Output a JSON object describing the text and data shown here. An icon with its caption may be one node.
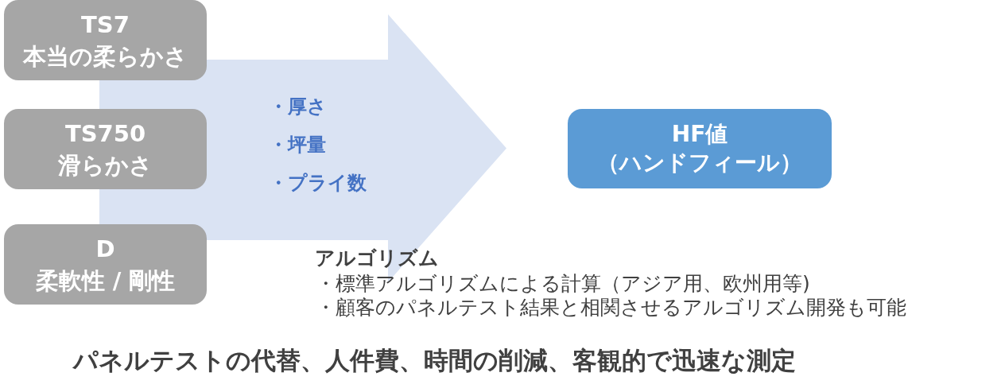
{
  "diagram": {
    "nodes": [
      {
        "text": [
          "TS7",
          "本当の柔らかさ"
        ]
      },
      {
        "text": [
          "TS750",
          "滑らかさ"
        ]
      },
      {
        "text": [
          "D",
          "柔軟性 / 剛性"
        ]
      },
      {
        "text": [
          "・厚さ",
          "・坪量",
          "・プライ数"
        ]
      },
      {
        "text": [
          "HF値",
          "（ハンドフィール）"
        ]
      }
    ],
    "labels": [
      "アルゴリズム",
      "・標準アルゴリズムによる計算（アジア用、欧州用等)",
      "・顧客のパネルテスト結果と相関させるアルゴリズム開発も可能",
      "パネルテストの代替、人件費、時間の削減、客観的で迅速な測定"
    ]
  }
}
